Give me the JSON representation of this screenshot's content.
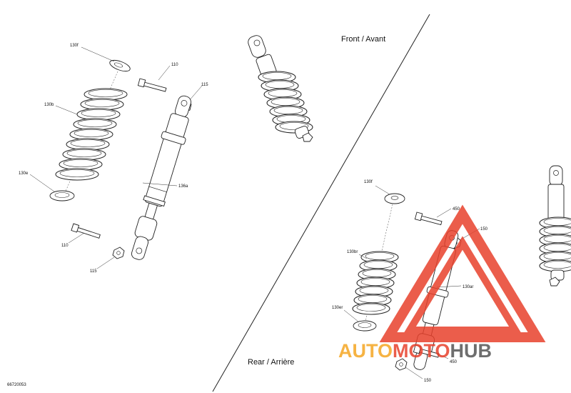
{
  "sections": {
    "front": "Front / Avant",
    "rear": "Rear / Arrière"
  },
  "drawing_number": "66720053",
  "callouts": {
    "left": {
      "spring_seat": "130f",
      "bolt_top": "110",
      "nut_top": "115",
      "spring": "130b",
      "spring_guide": "130e",
      "shock": "136a",
      "bolt_bottom": "110",
      "nut_bottom": "115"
    },
    "right": {
      "spring_seat": "130f",
      "bolt_top": "450",
      "nut_top": "150",
      "spring": "130br",
      "shock": "130ar",
      "spring_guide": "130er",
      "bolt_bottom": "450",
      "nut_bottom": "150"
    }
  },
  "watermark": {
    "part1": "AUTO",
    "part2": "MOTO",
    "part3": "HUB",
    "color_orange": "#f5a623",
    "color_red": "#e8412c",
    "color_gray": "#555555"
  }
}
